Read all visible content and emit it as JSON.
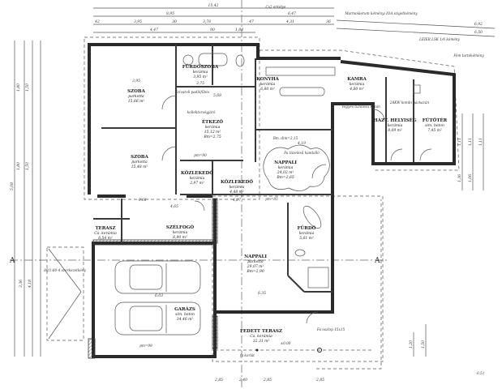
{
  "plan": {
    "rooms": [
      {
        "id": "szoba-1",
        "name": "SZOBA",
        "floor": "parketta",
        "area": "15,66 m²"
      },
      {
        "id": "szoba-2",
        "name": "SZOBA",
        "floor": "parketta",
        "area": "15,48 m²"
      },
      {
        "id": "furdoszoba",
        "name": "FÜRDŐSZOBA",
        "floor": "kerámia",
        "area": "3,95 m²"
      },
      {
        "id": "konyha",
        "name": "KONYHA",
        "floor": "kerámia",
        "area": "6,80 m²"
      },
      {
        "id": "etkezo",
        "name": "ÉTKEZŐ",
        "floor": "kerámia",
        "area": "15,12 m²",
        "height": "Bm=2,75"
      },
      {
        "id": "nappali-1",
        "name": "NAPPALI",
        "floor": "kerámia",
        "area": "24,02 m²",
        "height": "Bm=2,65"
      },
      {
        "id": "kozlekedo-1",
        "name": "KÖZLEKEDŐ",
        "floor": "kerámia",
        "area": "2,97 m²"
      },
      {
        "id": "kozlekedo-2",
        "name": "KÖZLEKEDŐ",
        "floor": "kerámia",
        "area": "4,48 m²"
      },
      {
        "id": "kamra",
        "name": "KAMRA",
        "floor": "kerámia",
        "area": "4,80 m²"
      },
      {
        "id": "hazt-helyiseg",
        "name": "HÁZT. HELYISÉG",
        "floor": "kerámia",
        "area": "8,09 m²"
      },
      {
        "id": "futoter",
        "name": "FŰTŐTÉR",
        "floor": "sim. beton",
        "area": "7,45 m²"
      },
      {
        "id": "terasz",
        "name": "TERASZ",
        "floor": "Ca. kerámia",
        "area": "6,54 m²"
      },
      {
        "id": "szelfogo",
        "name": "SZÉLFOGÓ",
        "floor": "kerámia",
        "area": "6,90 m²"
      },
      {
        "id": "nappali-2",
        "name": "NAPPALI",
        "floor": "parketta",
        "area": "29,07 m²",
        "height": "Bm=2,90"
      },
      {
        "id": "furdo",
        "name": "FÜRDŐ",
        "floor": "kerámia",
        "area": "5,61 m²"
      },
      {
        "id": "garazs",
        "name": "GARÁZS",
        "floor": "sim. beton",
        "area": "34,46 m²"
      },
      {
        "id": "fedett-terasz",
        "name": "FEDETT TERASZ",
        "floor": "Ca. kerámia",
        "area": "32,31 m²"
      }
    ],
    "notes": [
      "Fa tüzelésű kandalló",
      "Vegyes tüzelésű kazán",
      "28KW kombi gázkazán",
      "Marmoláerum kéményi IOA szigetkémény",
      "LEIER LSK 1/6 kémény",
      "Fém tartókémény",
      "Cs2 erkélye",
      "Fa oszlop 15x15",
      "fa korlát",
      "Bm. dim=2,15",
      "Szivatoli padlófűtés",
      "kollektorvégjáró",
      "pm=90",
      "pm=85",
      "pm=98",
      "±0.00",
      "-0.06",
      "-0.51",
      "80/1:80-4 szerkezetkény"
    ],
    "dimensions_top": [
      "15,42",
      "8,95",
      "6,47",
      "42",
      "3,95",
      "30",
      "3,78",
      "47",
      "4,31",
      "36",
      "4,47",
      "90",
      "1,88",
      "6,92",
      "6,50"
    ],
    "dimensions_inner": [
      "3,95",
      "3,75",
      "5,68",
      "4,19",
      "4,27",
      "4,65",
      "6,35",
      "6,03",
      "2,40",
      "2,85",
      "2,85",
      "2,85"
    ],
    "dimensions_left": [
      "1,80",
      "1,50",
      "1,80",
      "1,50",
      "5,08",
      "3,36",
      "4,18"
    ],
    "dimensions_right": [
      "1,11",
      "1,11",
      "1,11",
      "1,36",
      "1,06",
      "1,20",
      "1,50"
    ],
    "section_marks": [
      "A",
      "A"
    ]
  }
}
